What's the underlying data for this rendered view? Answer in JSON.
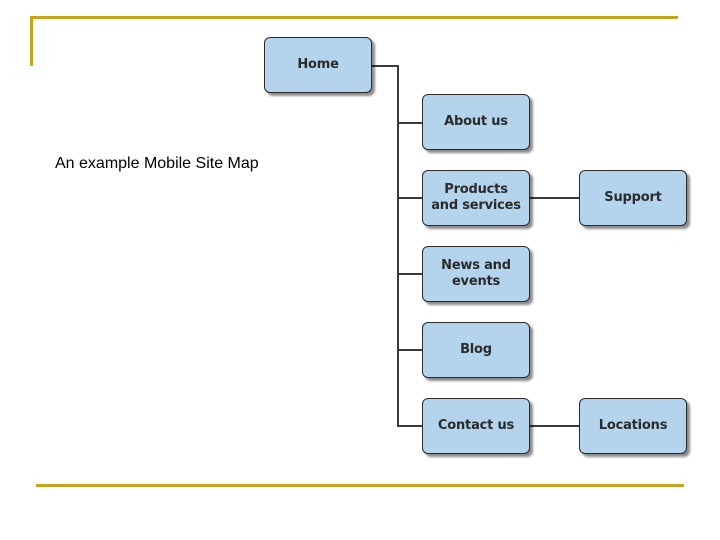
{
  "caption": "An example Mobile Site Map",
  "sitemap": {
    "home": "Home",
    "about_us": "About us",
    "products_and_services": "Products and services",
    "news_and_events": "News and events",
    "blog": "Blog",
    "contact_us": "Contact us",
    "support": "Support",
    "locations": "Locations"
  },
  "colors": {
    "node_fill": "#b3d4ec",
    "node_border": "#2a2a2a",
    "accent_rule": "#c8a21a"
  }
}
